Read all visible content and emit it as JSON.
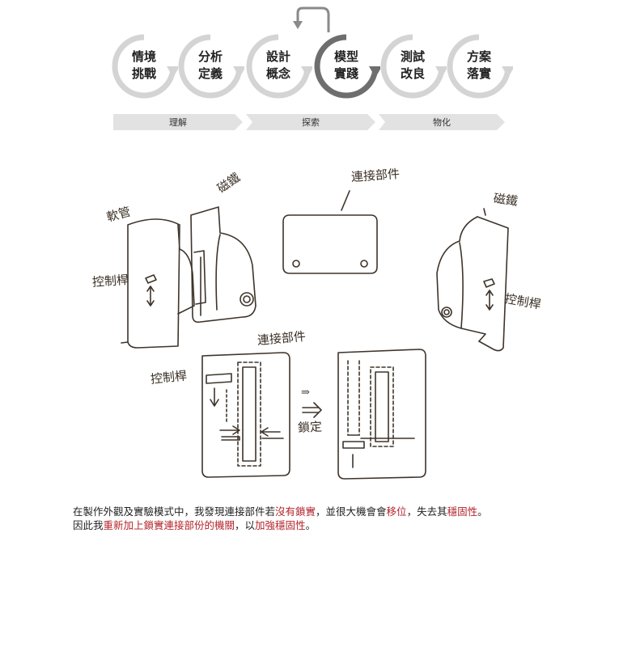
{
  "process": {
    "steps": [
      {
        "line1": "情境",
        "line2": "挑戰",
        "active": false
      },
      {
        "line1": "分析",
        "line2": "定義",
        "active": false
      },
      {
        "line1": "設計",
        "line2": "概念",
        "active": false
      },
      {
        "line1": "模型",
        "line2": "實踐",
        "active": true
      },
      {
        "line1": "測試",
        "line2": "改良",
        "active": false
      },
      {
        "line1": "方案",
        "line2": "落實",
        "active": false
      }
    ],
    "phases": [
      "理解",
      "探索",
      "物化"
    ],
    "colors": {
      "inactive_ring": "#d4d4d4",
      "active_ring": "#6e6e6e",
      "phase_bar": "#e2e2e2"
    }
  },
  "sketch": {
    "labels": {
      "tube": "軟管",
      "magnet_left": "磁鐵",
      "connector_top": "連接部件",
      "magnet_right": "磁鐵",
      "lever_left": "控制桿",
      "lever_right": "控制桿",
      "connector_bottom": "連接部件",
      "lever_bottom": "控制桿",
      "lock": "鎖定",
      "lock_arrow": "⇒"
    }
  },
  "description": {
    "line1": [
      {
        "text": "在製作外觀及實驗模式中，我發現連接部件若",
        "highlight": false
      },
      {
        "text": "沒有鎖實",
        "highlight": true
      },
      {
        "text": "，並很大機會會",
        "highlight": false
      },
      {
        "text": "移位",
        "highlight": true
      },
      {
        "text": "，失去其",
        "highlight": false
      },
      {
        "text": "穩固性",
        "highlight": true
      },
      {
        "text": "。",
        "highlight": false
      }
    ],
    "line2": [
      {
        "text": "因此我",
        "highlight": false
      },
      {
        "text": "重新加上鎖實連接部份的機關",
        "highlight": true
      },
      {
        "text": "，以",
        "highlight": false
      },
      {
        "text": "加強穩固性",
        "highlight": true
      },
      {
        "text": "。",
        "highlight": false
      }
    ],
    "highlight_color": "#b3232b"
  }
}
